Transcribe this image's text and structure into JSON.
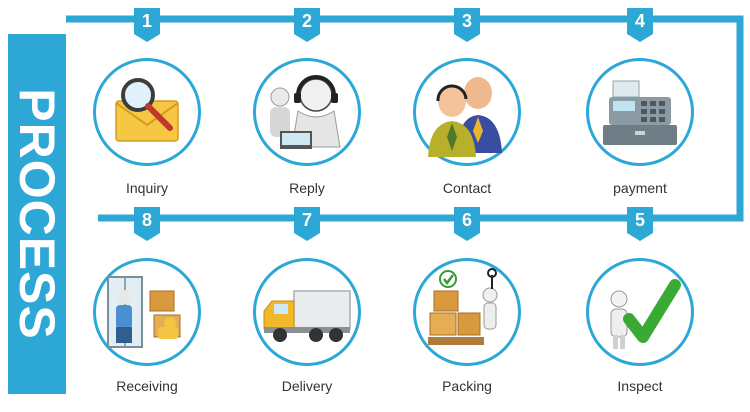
{
  "title": "PROCESS",
  "colors": {
    "accent": "#2da7d6",
    "label": "#333333"
  },
  "steps": [
    {
      "number": "1",
      "label": "Inquiry",
      "icon": "envelope-magnifier-icon"
    },
    {
      "number": "2",
      "label": "Reply",
      "icon": "headset-operators-icon"
    },
    {
      "number": "3",
      "label": "Contact",
      "icon": "business-people-icon"
    },
    {
      "number": "4",
      "label": "payment",
      "icon": "cash-register-icon"
    },
    {
      "number": "5",
      "label": "Inspect",
      "icon": "checkmark-person-icon"
    },
    {
      "number": "6",
      "label": "Packing",
      "icon": "packing-boxes-icon"
    },
    {
      "number": "7",
      "label": "Delivery",
      "icon": "delivery-truck-icon"
    },
    {
      "number": "8",
      "label": "Receiving",
      "icon": "receiving-boxes-icon"
    }
  ]
}
